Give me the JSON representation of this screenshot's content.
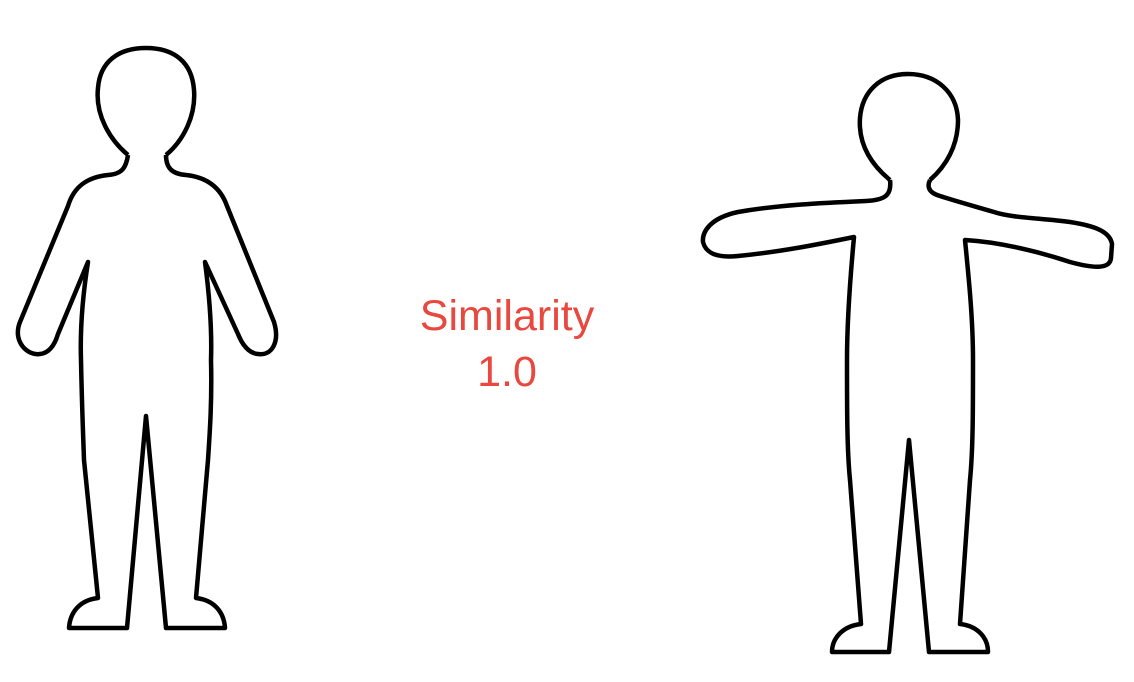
{
  "label": {
    "title": "Similarity",
    "value": "1.0",
    "color": "#e8483d"
  },
  "figures": {
    "left": {
      "pose": "arms-down",
      "icon": "person-outline-icon"
    },
    "right": {
      "pose": "arms-out",
      "icon": "person-outline-icon"
    }
  }
}
